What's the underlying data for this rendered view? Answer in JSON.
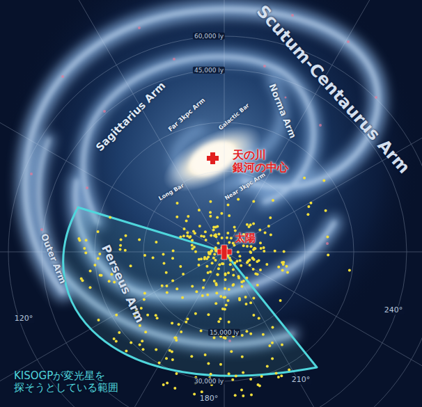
{
  "diagram": {
    "labels": [
      "60,000 ly",
      "Scutum-Centaurus Arm",
      "45,000 ly",
      "Sagittarius Arm",
      "Far 3kpc Arm",
      "Galactic Bar",
      "Norma Arm",
      "天の川 銀河の中心",
      "Near 3kpc Arm",
      "Long Bar",
      "太陽",
      "Outer Arm",
      "Perseus Arm",
      "15,000 ly",
      "120°",
      "240°",
      "30,000 ly",
      "210°",
      "180°",
      "KISOGPが変光星を 探そうとしている範囲"
    ]
  }
}
